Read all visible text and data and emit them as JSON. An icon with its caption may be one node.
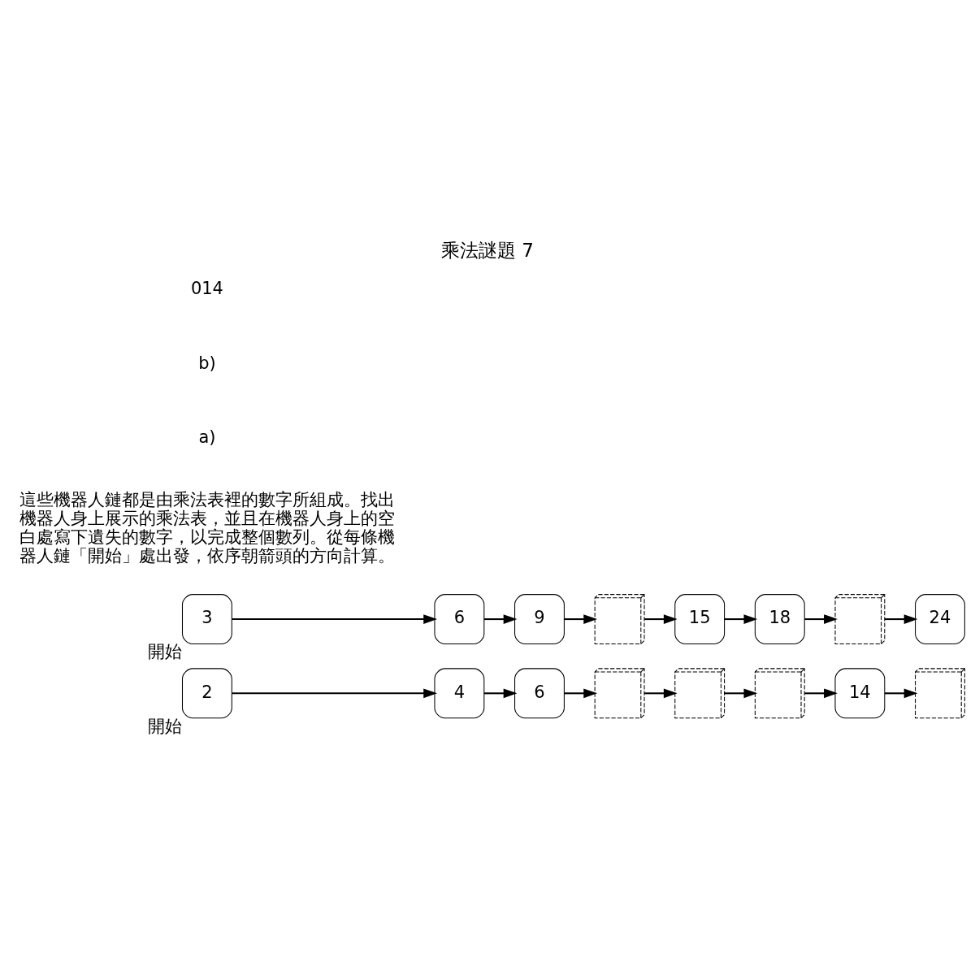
{
  "diagram": {
    "title": "乘法謎題 7",
    "nodes": [
      {
        "text": [
          "2"
        ],
        "beside": [
          "開始"
        ]
      },
      {
        "text": [
          "4"
        ]
      },
      {
        "text": [
          "6"
        ]
      },
      {
        "text": [],
        "shape": "picture"
      },
      {
        "text": [],
        "shape": "picture"
      },
      {
        "text": [],
        "shape": "picture"
      },
      {
        "text": [
          "14"
        ]
      },
      {
        "text": [],
        "shape": "picture"
      },
      {
        "text": [
          "3"
        ],
        "beside": [
          "開始"
        ]
      },
      {
        "text": [
          "6"
        ]
      },
      {
        "text": [
          "9"
        ]
      },
      {
        "text": [],
        "shape": "picture"
      },
      {
        "text": [
          "15"
        ]
      },
      {
        "text": [
          "18"
        ]
      },
      {
        "text": [],
        "shape": "picture"
      },
      {
        "text": [
          "24"
        ]
      }
    ],
    "edges": [
      {
        "from": 0,
        "to": 1,
        "arrow": "to"
      },
      {
        "from": 1,
        "to": 2,
        "arrow": "to"
      },
      {
        "from": 2,
        "to": 3,
        "arrow": "to"
      },
      {
        "from": 3,
        "to": 4,
        "arrow": "to"
      },
      {
        "from": 4,
        "to": 5,
        "arrow": "to"
      },
      {
        "from": 5,
        "to": 6,
        "arrow": "to"
      },
      {
        "from": 6,
        "to": 7,
        "arrow": "to"
      },
      {
        "from": 8,
        "to": 9,
        "arrow": "to"
      },
      {
        "from": 9,
        "to": 10,
        "arrow": "to"
      },
      {
        "from": 10,
        "to": 11,
        "arrow": "to"
      },
      {
        "from": 11,
        "to": 12,
        "arrow": "to"
      },
      {
        "from": 12,
        "to": 13,
        "arrow": "to"
      },
      {
        "from": 13,
        "to": 14,
        "arrow": "to"
      },
      {
        "from": 14,
        "to": 15,
        "arrow": "to"
      }
    ],
    "labels": [
      "這些機器人鏈都是由乘法表裡的數字所組成。找出機器人身上展示的乘法表，並且在機器人身上的空白處寫下遺失的數字，以完成整個數列。從每條機器人鏈「開始」處出發，依序朝箭頭的方向計算。",
      "a)",
      "b)",
      "014"
    ]
  }
}
